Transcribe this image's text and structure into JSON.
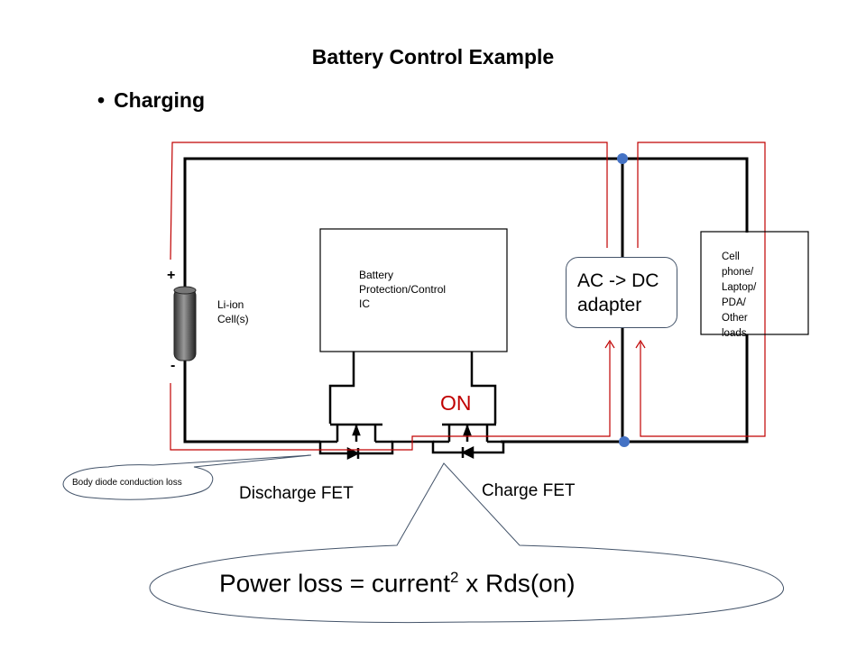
{
  "title": "Battery Control Example",
  "bullet": "Charging",
  "components": {
    "cell": {
      "label_line1": "Li-ion",
      "label_line2": "Cell(s)",
      "plus": "+",
      "minus": "-"
    },
    "ic": {
      "line1": "Battery",
      "line2": "Protection/Control",
      "line3": "IC"
    },
    "adapter": {
      "line1": "AC -> DC",
      "line2": "adapter"
    },
    "load": {
      "line1": "Cell",
      "line2": "phone/",
      "line3": "Laptop/",
      "line4": "PDA/",
      "line5": "Other",
      "line6": "loads"
    },
    "discharge_fet": "Discharge FET",
    "charge_fet": "Charge FET",
    "charge_fet_state": "ON"
  },
  "callouts": {
    "body_diode": "Body diode conduction loss",
    "power_loss_a": "Power  loss",
    "power_loss_b": " = current",
    "power_loss_exp": "2",
    "power_loss_c": " x  Rds(on)"
  },
  "colors": {
    "wire": "#000000",
    "current_path": "#c00000",
    "node": "#4472c4",
    "callout_border": "#44546a"
  }
}
